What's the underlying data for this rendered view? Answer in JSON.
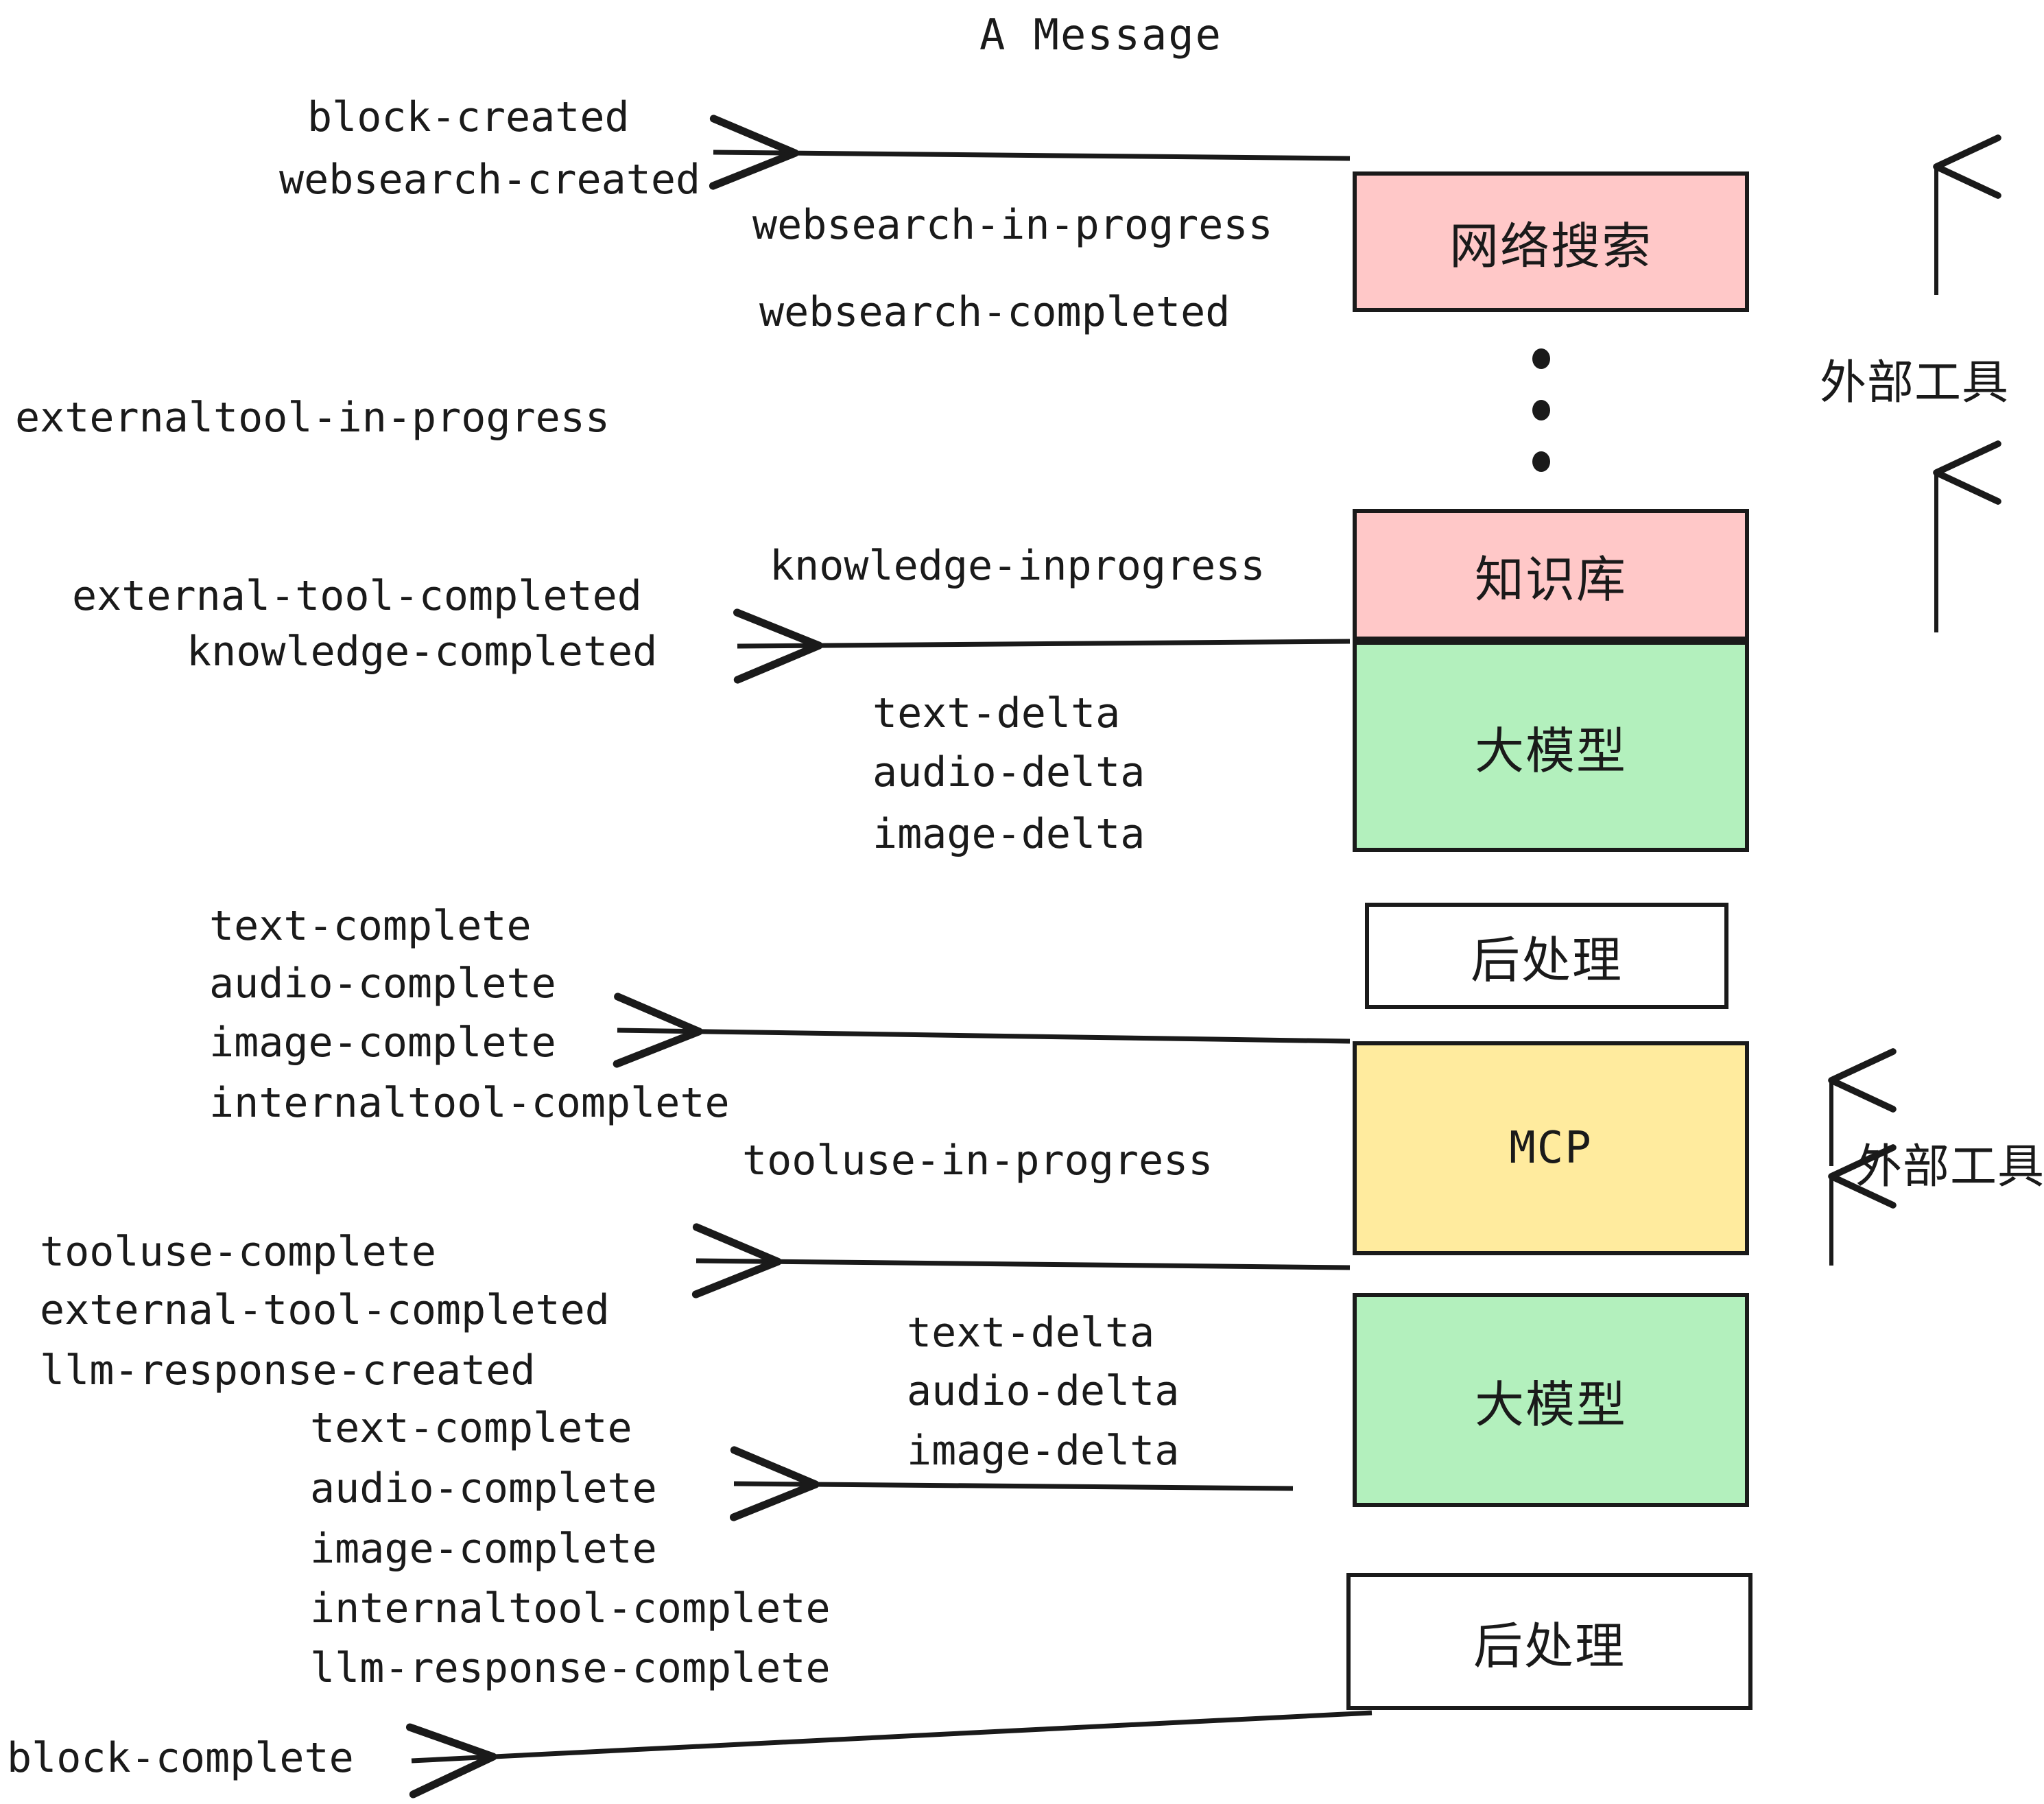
{
  "title": "A Message",
  "colors": {
    "pink": "#FFC8C8",
    "green": "#B3F0BD",
    "yellow": "#FFEB9E",
    "white": "#FFFFFF",
    "stroke": "#1a1a1a"
  },
  "boxes": [
    {
      "id": "websearch",
      "label": "网络搜索",
      "fill": "#FFC8C8"
    },
    {
      "id": "knowledge",
      "label": "知识库",
      "fill": "#FFC8C8"
    },
    {
      "id": "llm-1",
      "label": "大模型",
      "fill": "#B3F0BD"
    },
    {
      "id": "postprocess-1",
      "label": "后处理",
      "fill": "#FFFFFF"
    },
    {
      "id": "mcp",
      "label": "MCP",
      "fill": "#FFEB9E"
    },
    {
      "id": "llm-2",
      "label": "大模型",
      "fill": "#B3F0BD"
    },
    {
      "id": "postprocess-2",
      "label": "后处理",
      "fill": "#FFFFFF"
    }
  ],
  "side_labels": [
    {
      "id": "external-tools-top",
      "text": "外部工具"
    },
    {
      "id": "external-tools-bottom",
      "text": "外部工具"
    }
  ],
  "events": {
    "block_created": "block-created",
    "websearch_created": "websearch-created",
    "websearch_in_progress": "websearch-in-progress",
    "websearch_completed": "websearch-completed",
    "externaltool_in_progress": "externaltool-in-progress",
    "knowledge_inprogress": "knowledge-inprogress",
    "external_tool_completed_1": "external-tool-completed",
    "knowledge_completed": "knowledge-completed",
    "text_delta_1": "text-delta",
    "audio_delta_1": "audio-delta",
    "image_delta_1": "image-delta",
    "text_complete_1": "text-complete",
    "audio_complete_1": "audio-complete",
    "image_complete_1": "image-complete",
    "internaltool_complete_1": "internaltool-complete",
    "tooluse_in_progress": "tooluse-in-progress",
    "tooluse_complete": "tooluse-complete",
    "external_tool_completed_2": "external-tool-completed",
    "llm_response_created": "llm-response-created",
    "text_delta_2": "text-delta",
    "audio_delta_2": "audio-delta",
    "image_delta_2": "image-delta",
    "text_complete_2": "text-complete",
    "audio_complete_2": "audio-complete",
    "image_complete_2": "image-complete",
    "internaltool_complete_2": "internaltool-complete",
    "llm_response_complete": "llm-response-complete",
    "block_complete": "block-complete"
  }
}
